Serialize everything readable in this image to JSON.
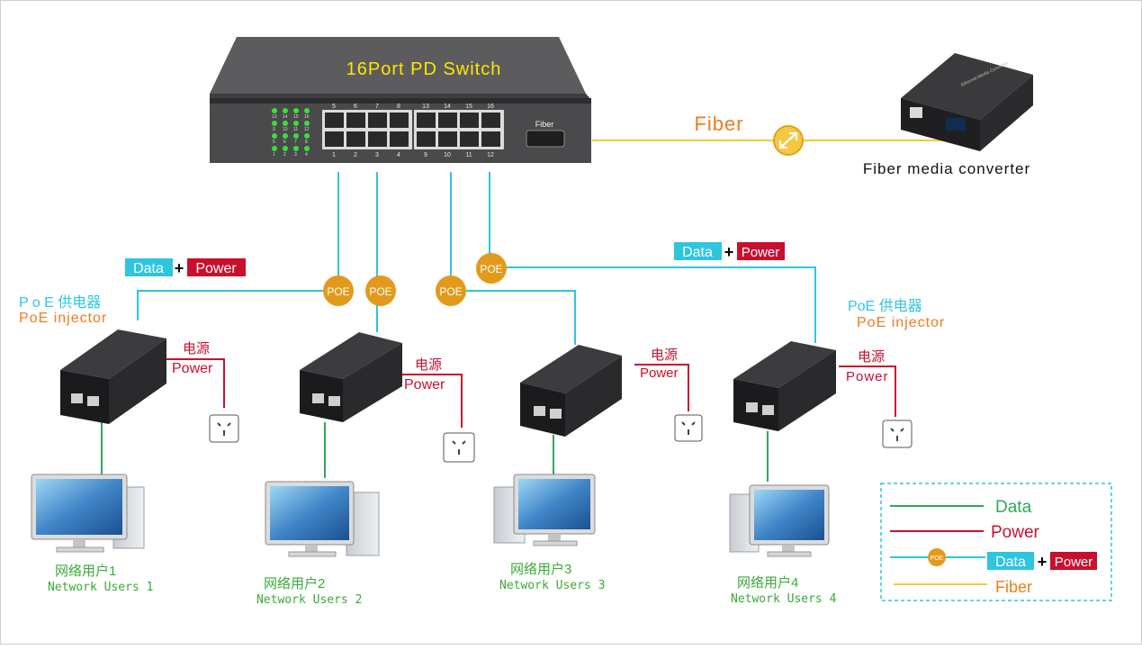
{
  "switch": {
    "title": "16Port PD Switch",
    "fiber_port_label": "Fiber",
    "top_port_numbers": [
      "5",
      "6",
      "7",
      "8",
      "13",
      "14",
      "15",
      "16"
    ],
    "bottom_port_numbers": [
      "1",
      "2",
      "3",
      "4",
      "9",
      "10",
      "11",
      "12"
    ],
    "led_top_numbers": [
      "13",
      "14",
      "15",
      "16"
    ],
    "led_mid_numbers": [
      "9",
      "10",
      "11",
      "12"
    ],
    "led_low_numbers": [
      "5",
      "6",
      "7",
      "8"
    ],
    "led_bottom_numbers": [
      "1",
      "2",
      "3",
      "4"
    ]
  },
  "fiber_link": {
    "label": "Fiber"
  },
  "media_converter": {
    "label": "Fiber media converter"
  },
  "poe_badges": [
    "POE",
    "POE",
    "POE",
    "POE"
  ],
  "data_power_tag_left": {
    "data": "Data",
    "plus": "+",
    "power": "Power"
  },
  "data_power_tag_right": {
    "data": "Data",
    "plus": "+",
    "power": "Power"
  },
  "injector_label_left": {
    "cn": "P o E 供电器",
    "en": "PoE injector"
  },
  "injector_label_right": {
    "cn": "PoE 供电器",
    "en": "PoE injector"
  },
  "power_labels": [
    {
      "cn": "电源",
      "en": "Power"
    },
    {
      "cn": "电源",
      "en": "Power"
    },
    {
      "cn": "电源",
      "en": "Power"
    },
    {
      "cn": "电源",
      "en": "Power"
    }
  ],
  "users": [
    {
      "cn": "网络用户1",
      "en": "Network Users 1"
    },
    {
      "cn": "网络用户2",
      "en": "Network Users 2"
    },
    {
      "cn": "网络用户3",
      "en": "Network Users 3"
    },
    {
      "cn": "网络用户4",
      "en": "Network Users 4"
    }
  ],
  "legend": {
    "data": "Data",
    "power": "Power",
    "poe_badge": "POE",
    "data_power_data": "Data",
    "data_power_plus": "+",
    "data_power_power": "Power",
    "fiber": "Fiber"
  },
  "colors": {
    "data_line": "#2fa85a",
    "power_line": "#c8102e",
    "poe_line": "#2ec5e0",
    "fiber_line": "#f5c842",
    "poe_badge": "#e39a1c",
    "accent_orange": "#f07b1d",
    "cyan_label": "#2ec5e0",
    "user_green": "#3aaa35"
  }
}
